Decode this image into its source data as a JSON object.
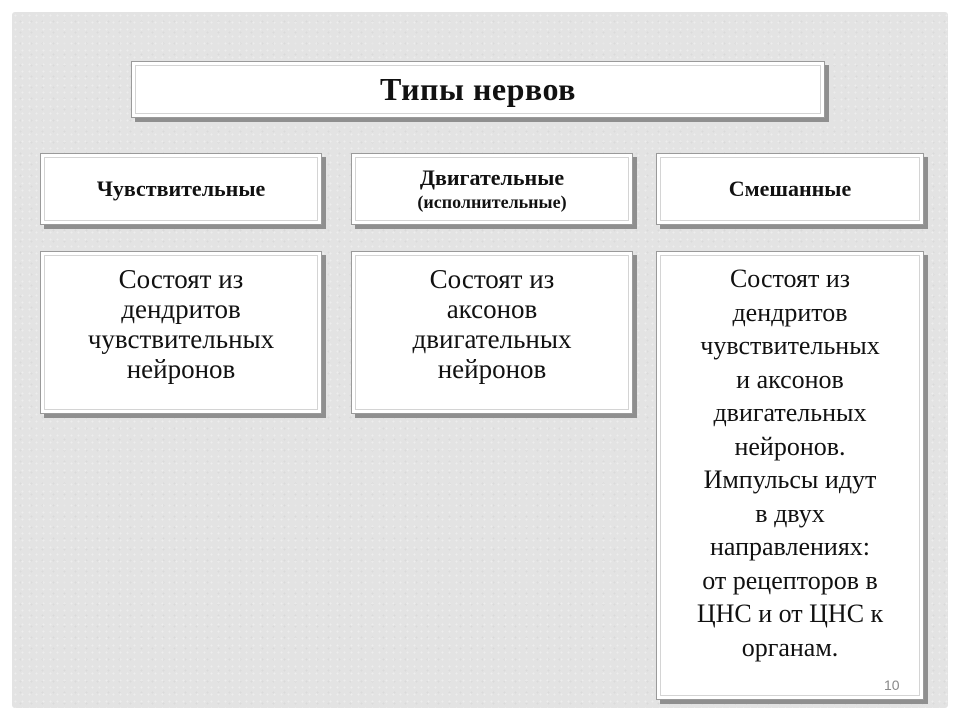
{
  "title": "Типы нервов",
  "columns": [
    {
      "heading": "Чувствительные",
      "subheading": "",
      "description_lines": [
        "Состоят из",
        "дендритов",
        "чувствительных",
        "нейронов"
      ]
    },
    {
      "heading": "Двигательные",
      "subheading": "(исполнительные)",
      "description_lines": [
        "Состоят из",
        "аксонов",
        "двигательных",
        "нейронов"
      ]
    },
    {
      "heading": "Смешанные",
      "subheading": "",
      "description_lines": [
        "Состоят из",
        "дендритов",
        "чувствительных",
        "и аксонов",
        "двигательных",
        "нейронов.",
        "Импульсы идут",
        "в двух",
        "направлениях:",
        "от рецепторов в",
        "ЦНС и от ЦНС к",
        "органам."
      ]
    }
  ],
  "page_number": "10"
}
